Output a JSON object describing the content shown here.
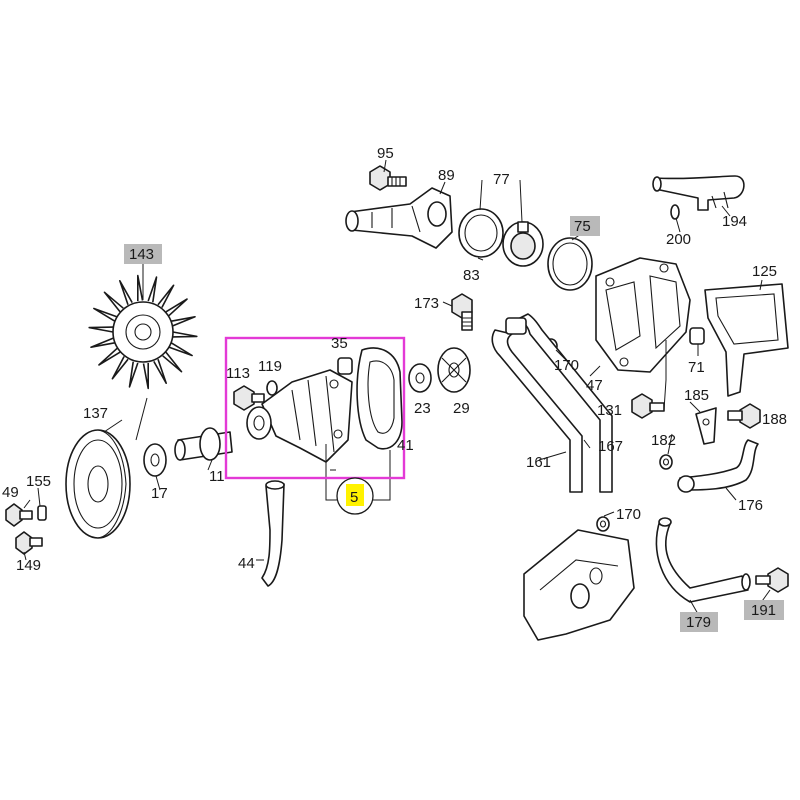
{
  "labels": {
    "p95": "95",
    "p89": "89",
    "p77": "77",
    "p83": "83",
    "p75": "75",
    "p194": "194",
    "p200": "200",
    "p125": "125",
    "p143": "143",
    "p173": "173",
    "p35": "35",
    "p119": "119",
    "p113": "113",
    "p170a": "170",
    "p71": "71",
    "p47": "47",
    "p23": "23",
    "p29": "29",
    "p185": "185",
    "p131": "131",
    "p188": "188",
    "p41": "41",
    "p137": "137",
    "p17": "17",
    "p11": "11",
    "p182": "182",
    "p167": "167",
    "p161": "161",
    "p5": "5",
    "p176": "176",
    "p49": "49",
    "p155": "155",
    "p170b": "170",
    "p149": "149",
    "p44": "44",
    "p179": "179",
    "p191": "191"
  },
  "colors": {
    "highlight_box": "#e33ad6",
    "highlight_label": "#fff200",
    "label_box": "#b9b9b9"
  }
}
